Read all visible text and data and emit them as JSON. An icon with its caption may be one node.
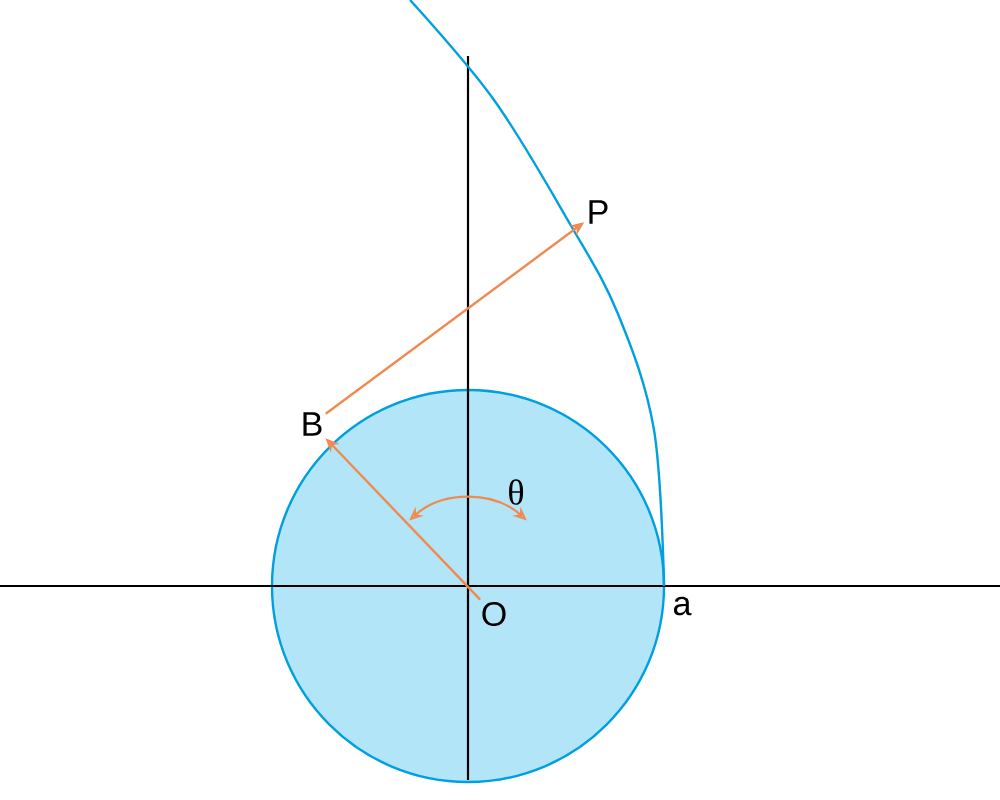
{
  "diagram": {
    "nodes": [
      {
        "text": [
          "O"
        ]
      },
      {
        "text": [
          "B"
        ]
      },
      {
        "text": [
          "P"
        ]
      }
    ],
    "edges": [
      {
        "from": 0,
        "to": 1,
        "arrow": "to"
      },
      {
        "from": 1,
        "to": 2,
        "arrow": "to"
      }
    ],
    "labels": [
      "θ",
      "a"
    ]
  }
}
